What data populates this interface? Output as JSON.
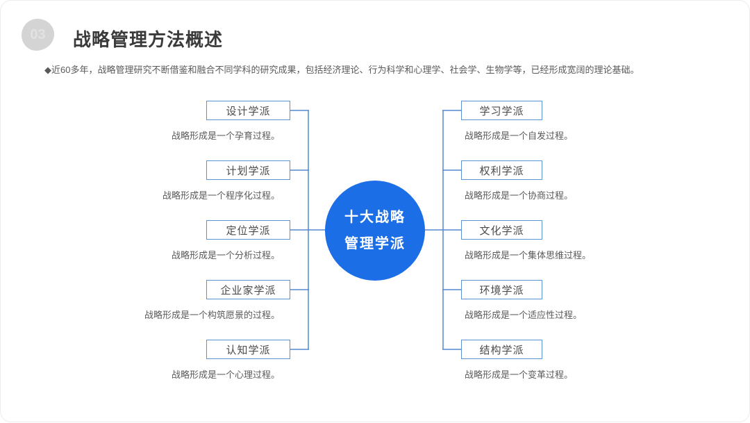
{
  "slide": {
    "badge": "03",
    "title": "战略管理方法概述",
    "intro": "◆近60多年，战略管理研究不断借鉴和融合不同学科的研究成果，包括经济理论、行为科学和心理学、社会学、生物学等，已经形成宽阔的理论基础。"
  },
  "diagram": {
    "center": {
      "line1": "十大战略",
      "line2": "管理学派"
    },
    "left": [
      {
        "label": "设计学派",
        "desc": "战略形成是一个孕育过程。"
      },
      {
        "label": "计划学派",
        "desc": "战略形成是一个程序化过程。"
      },
      {
        "label": "定位学派",
        "desc": "战略形成是一个分析过程。"
      },
      {
        "label": "企业家学派",
        "desc": "战略形成是一个构筑愿景的过程。"
      },
      {
        "label": "认知学派",
        "desc": "战略形成是一个心理过程。"
      }
    ],
    "right": [
      {
        "label": "学习学派",
        "desc": "战略形成是一个自发过程。"
      },
      {
        "label": "权利学派",
        "desc": "战略形成是一个协商过程。"
      },
      {
        "label": "文化学派",
        "desc": "战略形成是一个集体思维过程。"
      },
      {
        "label": "环境学派",
        "desc": "战略形成是一个适应性过程。"
      },
      {
        "label": "结构学派",
        "desc": "战略形成是一个变革过程。"
      }
    ],
    "colors": {
      "accent_blue": "#1b6ee6",
      "line_blue": "#5489d2"
    }
  }
}
